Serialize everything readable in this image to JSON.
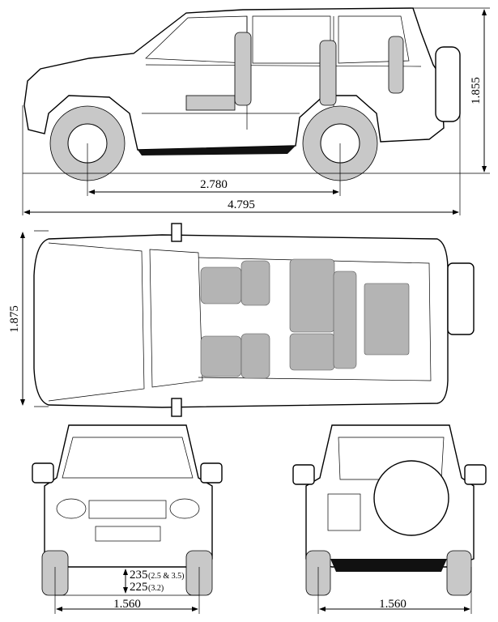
{
  "title": "Vehicle dimension drawing",
  "dimensions": {
    "wheelbase": "2.780",
    "length": "4.795",
    "height": "1.855",
    "width": "1.875",
    "front_track": "1.560",
    "rear_track": "1.560",
    "ground_clearance_a": "235",
    "ground_clearance_a_note": "(2.5 & 3.5)",
    "ground_clearance_b": "225",
    "ground_clearance_b_note": "(3.2)"
  },
  "colors": {
    "line": "#000000",
    "fill": "#c8c8c8"
  }
}
